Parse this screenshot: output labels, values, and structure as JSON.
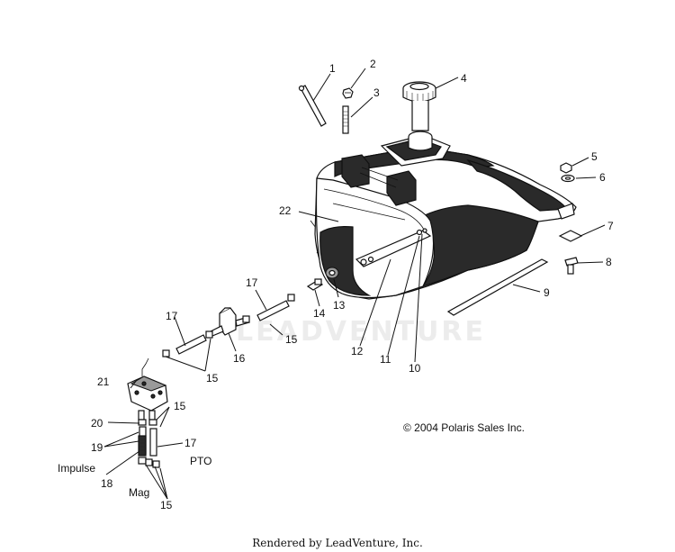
{
  "callouts": {
    "c1": "1",
    "c2": "2",
    "c3": "3",
    "c4": "4",
    "c5": "5",
    "c6": "6",
    "c7": "7",
    "c8": "8",
    "c9": "9",
    "c10": "10",
    "c11": "11",
    "c12": "12",
    "c13": "13",
    "c14": "14",
    "c15a": "15",
    "c16": "16",
    "c17a": "17",
    "c15b": "15",
    "c17b": "17",
    "c21": "21",
    "c22": "22",
    "c15c": "15",
    "c20": "20",
    "c19": "19",
    "c17c": "17",
    "c18": "18",
    "c15d": "15"
  },
  "labels": {
    "impulse": "Impulse",
    "pto": "PTO",
    "mag": "Mag"
  },
  "copyright": "© 2004 Polaris Sales Inc.",
  "watermark": "LEADVENTURE",
  "footer": "Rendered by LeadVenture, Inc."
}
